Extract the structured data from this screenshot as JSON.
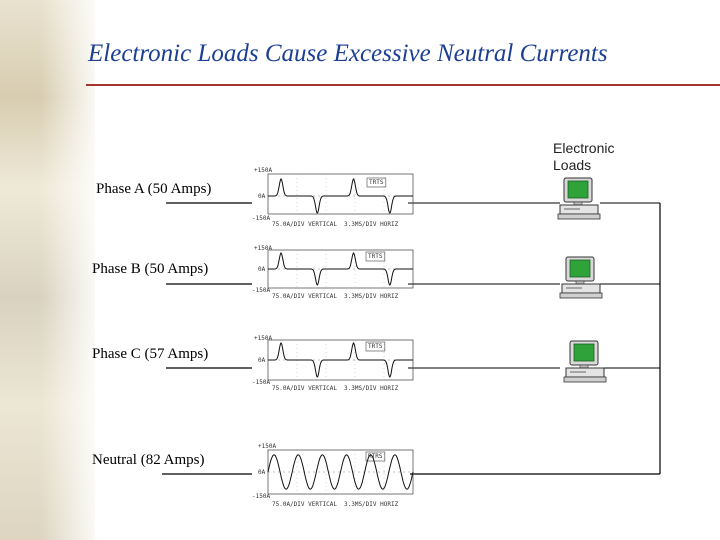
{
  "slide": {
    "title": "Electronic Loads Cause Excessive Neutral Currents",
    "legend_label": "Electronic Loads",
    "accent_color": "#1c3f94",
    "rule_color": "#a2362e"
  },
  "phases": [
    {
      "label": "Phase A  (50 Amps)",
      "scope": {
        "top": "+150A",
        "mid": "0A",
        "bot": "-150A",
        "tag": "TRTS",
        "footer_left": "75.0A/DIV VERTICAL",
        "footer_right": "3.3MS/DIV HORIZ"
      }
    },
    {
      "label": "Phase B  (50 Amps)",
      "scope": {
        "top": "+150A",
        "mid": "0A",
        "bot": "-150A",
        "tag": "TRTS",
        "footer_left": "75.0A/DIV VERTICAL",
        "footer_right": "3.3MS/DIV HORIZ"
      }
    },
    {
      "label": "Phase C  (57 Amps)",
      "scope": {
        "top": "+150A",
        "mid": "0A",
        "bot": "-150A",
        "tag": "TRTS",
        "footer_left": "75.0A/DIV VERTICAL",
        "footer_right": "3.3MS/DIV HORIZ"
      }
    },
    {
      "label": "Neutral  (82 Amps)",
      "scope": {
        "top": "+150A",
        "mid": "0A",
        "bot": "-150A",
        "tag": "RTRS",
        "footer_left": "75.0A/DIV VERTICAL",
        "footer_right": "3.3MS/DIV HORIZ"
      }
    }
  ],
  "icons": {
    "computer": "computer-icon",
    "screen_color": "#2fa23a"
  }
}
